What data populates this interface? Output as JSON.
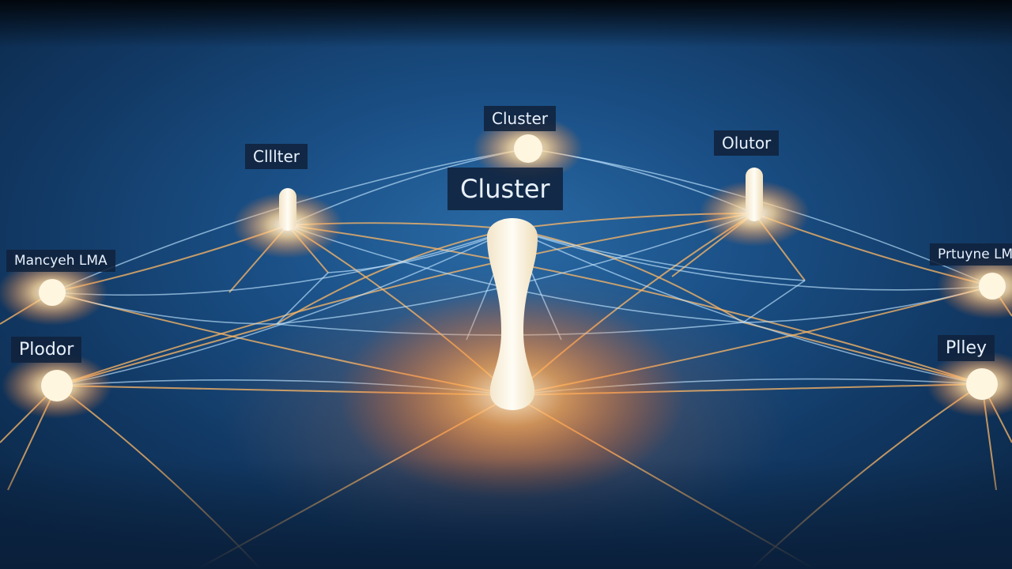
{
  "labels": {
    "top": "Cluster",
    "main": "Cluster",
    "left_upper": "Clllter",
    "right_upper": "Olutor",
    "far_left": "Mancyeh LMA",
    "far_right": "Prtuyne LM",
    "left_lower": "Plodor",
    "right_lower": "Plley"
  },
  "colors": {
    "background": "#1a4f85",
    "glow_warm": "#ff9a3c",
    "line_warm": "#ffb866",
    "line_cool": "#bfe3ff",
    "node_core": "#fff6e0"
  }
}
